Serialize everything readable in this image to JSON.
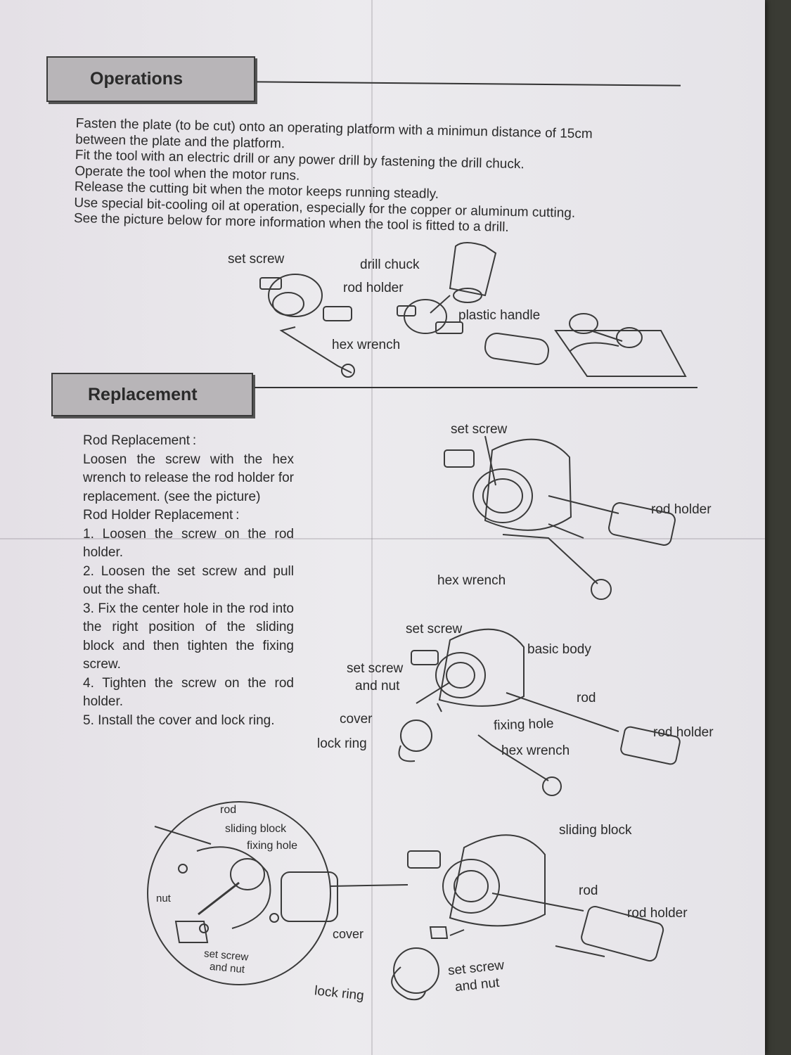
{
  "operations": {
    "heading": "Operations",
    "lines": [
      "Fasten the plate (to be cut) onto an operating platform with a minimun distance of 15cm",
      "between the plate and the platform.",
      "Fit the tool with an electric drill or any power drill by fastening the drill chuck.",
      "Operate the tool when the motor runs.",
      "Release the cutting bit when the motor keeps running steadly.",
      "Use special bit-cooling oil at operation, especially for the copper or aluminum cutting.",
      "See the picture below for more information when the tool is fitted to a drill."
    ],
    "figure_labels": {
      "set_screw": "set screw",
      "drill_chuck": "drill chuck",
      "rod_holder": "rod holder",
      "plastic_handle": "plastic handle",
      "hex_wrench": "hex wrench"
    }
  },
  "replacement": {
    "heading": "Replacement",
    "rod_title": "Rod Replacement :",
    "rod_body": "Loosen the screw with the hex wrench to release the rod holder for replacement. (see the picture)",
    "holder_title": "Rod Holder Replacement :",
    "steps": [
      "1. Loosen the screw on the rod holder.",
      "2. Loosen the set screw and pull out the shaft.",
      "3. Fix the center hole in the rod into the right position of the sliding block and then tighten the fixing screw.",
      "4. Tighten the screw on the rod holder.",
      "5. Install the cover and lock ring."
    ],
    "fig1_labels": {
      "set_screw": "set screw",
      "rod_holder": "rod holder",
      "hex_wrench": "hex wrench"
    },
    "fig2_labels": {
      "set_screw": "set screw",
      "basic_body": "basic body",
      "set_screw_nut_1": "set screw",
      "set_screw_nut_2": "and nut",
      "rod": "rod",
      "cover": "cover",
      "fixing_hole": "fixing hole",
      "rod_holder": "rod holder",
      "lock_ring": "lock ring",
      "hex_wrench": "hex wrench"
    },
    "fig3_labels": {
      "rod": "rod",
      "sliding_block": "sliding block",
      "fixing_hole": "fixing hole",
      "nut": "nut",
      "set_screw_1": "set screw",
      "set_screw_2": "and nut",
      "cover": "cover",
      "lock_ring": "lock ring",
      "sliding_block_right": "sliding block",
      "rod_right": "rod",
      "rod_holder": "rod holder",
      "set_screw_right_1": "set screw",
      "set_screw_right_2": "and nut"
    }
  }
}
